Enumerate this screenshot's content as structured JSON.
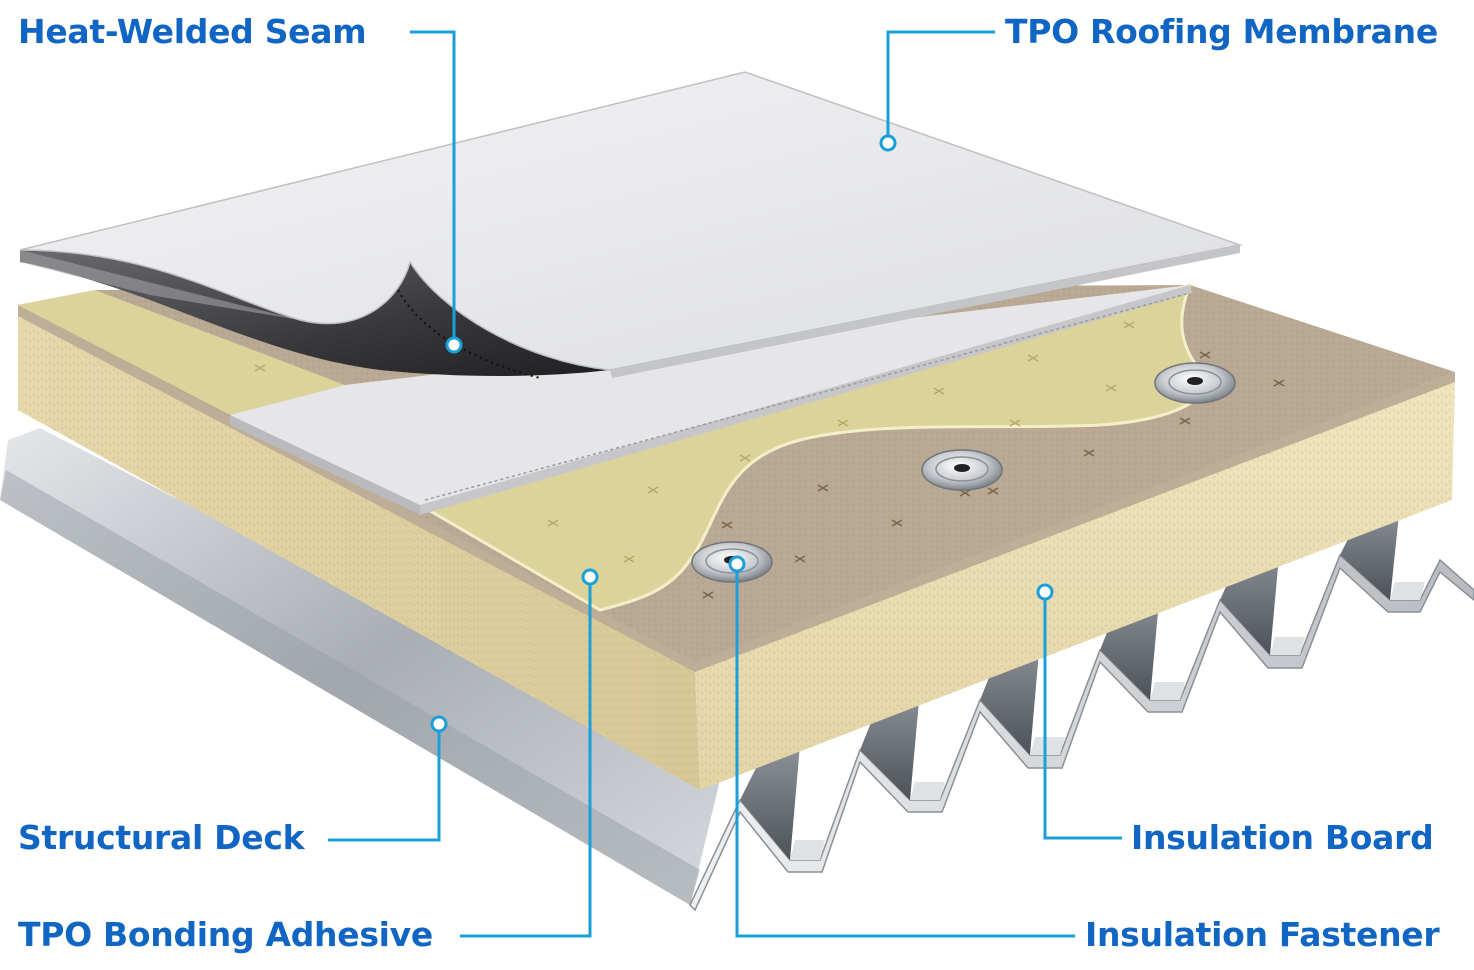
{
  "colors": {
    "label_text": "#1166c4",
    "leader_line": "#1a9fd8",
    "membrane": "#e9e9eb",
    "membrane_underside": "#3a3a3c",
    "adhesive": "#dcd39a",
    "insulation_top": "#b9a994",
    "insulation_side": "#e9dcb2",
    "deck_metal": "#c5c9ce"
  },
  "labels": {
    "heat_welded_seam": "Heat-Welded Seam",
    "tpo_roofing_membrane": "TPO Roofing Membrane",
    "structural_deck": "Structural Deck",
    "insulation_board": "Insulation Board",
    "tpo_bonding_adhesive": "TPO Bonding Adhesive",
    "insulation_fastener": "Insulation Fastener"
  },
  "layers": [
    {
      "name": "TPO Roofing Membrane",
      "icon": "membrane-sheet"
    },
    {
      "name": "Heat-Welded Seam",
      "icon": "seam-weld"
    },
    {
      "name": "TPO Bonding Adhesive",
      "icon": "adhesive-layer"
    },
    {
      "name": "Insulation Fastener",
      "icon": "screw-plate"
    },
    {
      "name": "Insulation Board",
      "icon": "foam-board"
    },
    {
      "name": "Structural Deck",
      "icon": "corrugated-metal-deck"
    }
  ]
}
